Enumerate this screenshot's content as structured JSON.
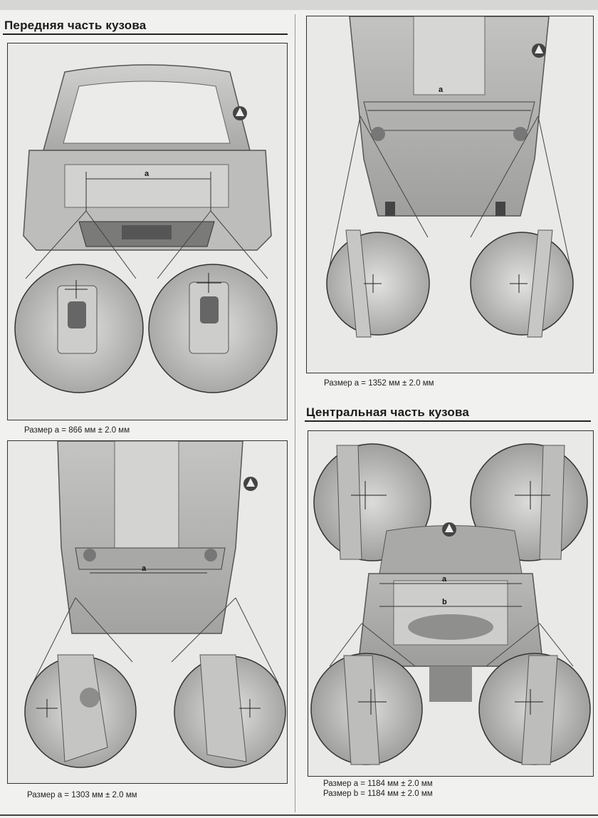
{
  "headings": {
    "front": "Передняя часть кузова",
    "central": "Центральная часть кузова"
  },
  "figures": [
    {
      "id": "front-view",
      "captions": [
        "Размер a = 866 мм ± 2.0 мм"
      ],
      "dimension_labels": [
        "a"
      ]
    },
    {
      "id": "front-top-view",
      "captions": [
        "Размер a = 1352 мм ± 2.0 мм"
      ],
      "dimension_labels": [
        "a"
      ]
    },
    {
      "id": "front-lower-view",
      "captions": [
        "Размер a = 1303 мм ± 2.0 мм"
      ],
      "dimension_labels": [
        "a"
      ]
    },
    {
      "id": "central-view",
      "captions": [
        "Размер a = 1184 мм ± 2.0 мм",
        "Размер b = 1184 мм ± 2.0 мм"
      ],
      "dimension_labels": [
        "a",
        "b"
      ]
    }
  ]
}
